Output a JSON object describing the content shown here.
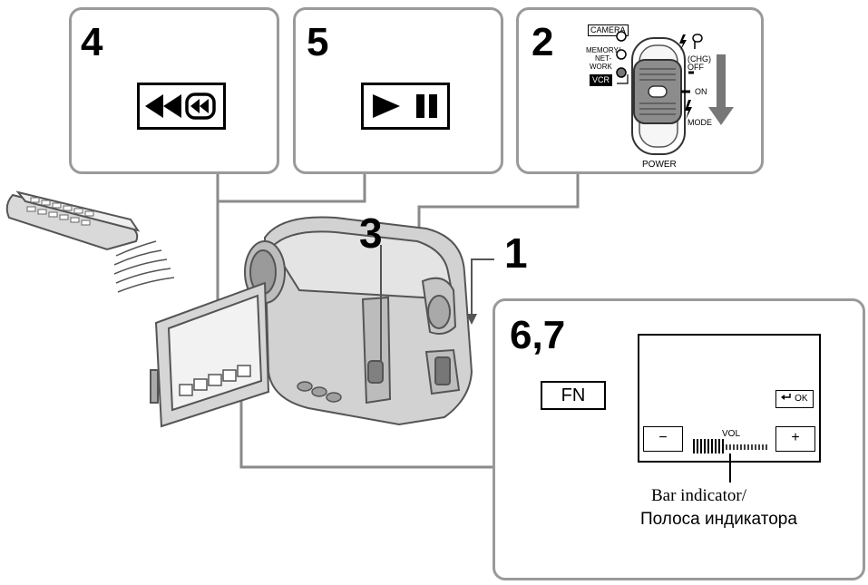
{
  "steps": {
    "s4": "4",
    "s5": "5",
    "s2": "2",
    "s3": "3",
    "s1": "1",
    "s67": "6,7"
  },
  "power_switch": {
    "camera": "CAMERA",
    "memory_network": [
      "MEMORY/",
      "NET-",
      "WORK"
    ],
    "vcr": "VCR",
    "chg": "(CHG)",
    "off": "OFF",
    "on": "ON",
    "mode": "MODE",
    "power": "POWER"
  },
  "touch_screen": {
    "fn_label": "FN",
    "ok_label": "OK",
    "minus_label": "−",
    "plus_label": "+",
    "vol_label": "VOL"
  },
  "annotation": {
    "line1": "Bar indicator/",
    "line2": "Полоса индикатора"
  },
  "icons": [
    "rewind-icon",
    "play-icon",
    "pause-icon",
    "return-icon",
    "arrow-down-icon"
  ]
}
